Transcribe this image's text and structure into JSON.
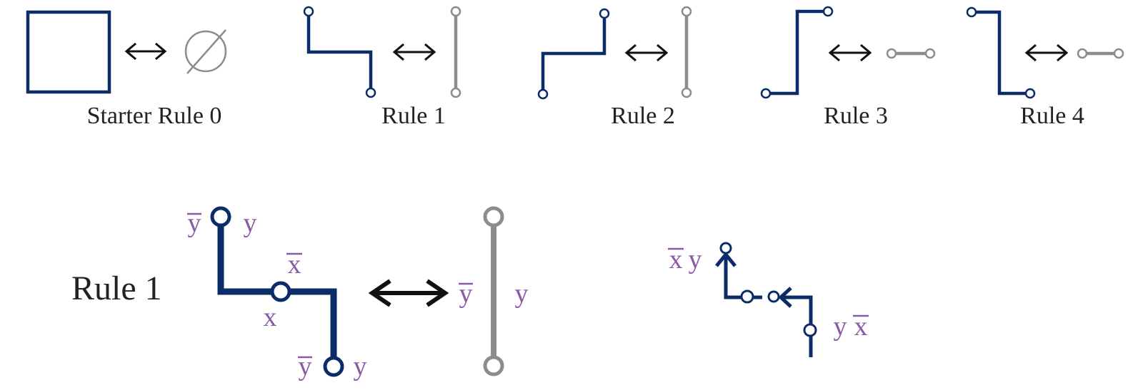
{
  "colors": {
    "path": "#0b2c66",
    "gray": "#8c8c8c",
    "var": "#8a5aa8",
    "arrow": "#111111",
    "text": "#222222"
  },
  "labels": {
    "rule0": "Starter Rule 0",
    "rule1": "Rule 1",
    "rule2": "Rule 2",
    "rule3": "Rule 3",
    "rule4": "Rule 4",
    "detail_title": "Rule 1"
  },
  "vars": {
    "y": "y",
    "x": "x"
  },
  "icons": {
    "empty_set": "empty-set-icon",
    "double_arrow": "double-arrow-icon"
  }
}
